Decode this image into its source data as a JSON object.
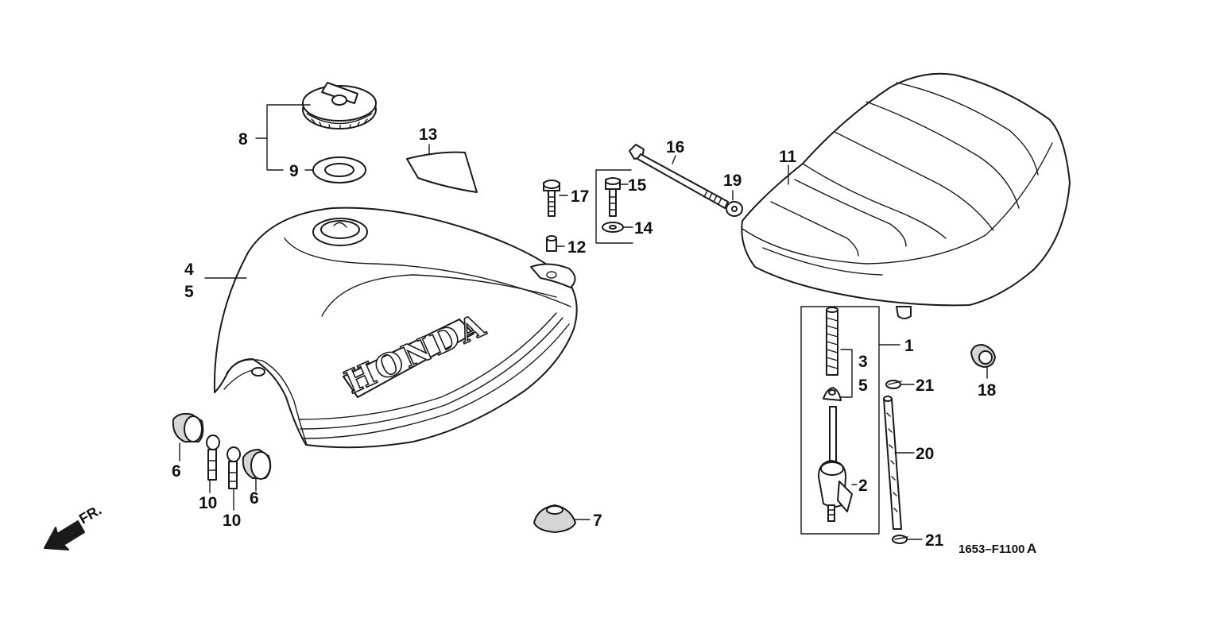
{
  "diagram": {
    "brand_text": "HONDA",
    "direction_label": "FR.",
    "diagram_code": "1653–F1100",
    "diagram_revision": "A",
    "callouts": {
      "c1": "1",
      "c2": "2",
      "c3": "3",
      "c4": "4",
      "c5a": "5",
      "c5b": "5",
      "c6a": "6",
      "c6b": "6",
      "c7": "7",
      "c8": "8",
      "c9": "9",
      "c10a": "10",
      "c10b": "10",
      "c11": "11",
      "c12": "12",
      "c13": "13",
      "c14": "14",
      "c15": "15",
      "c16": "16",
      "c17": "17",
      "c18": "18",
      "c19": "19",
      "c20": "20",
      "c21a": "21",
      "c21b": "21"
    }
  }
}
